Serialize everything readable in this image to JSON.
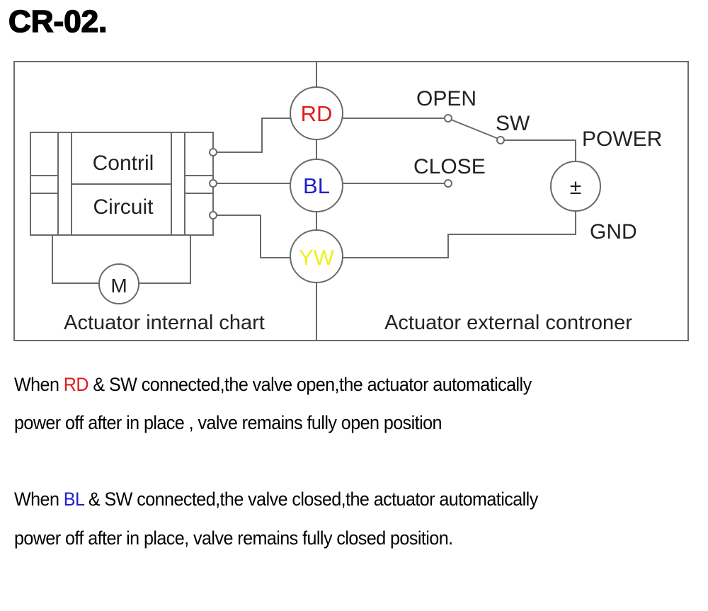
{
  "title": "CR-02.",
  "diagram": {
    "internal_section": {
      "caption": "Actuator internal chart",
      "control_box_line1": "Contril",
      "control_box_line2": "Circuit",
      "motor_label": "M"
    },
    "external_section": {
      "caption": "Actuator external controner",
      "open_label": "OPEN",
      "close_label": "CLOSE",
      "switch_label": "SW",
      "power_label": "POWER",
      "gnd_label": "GND",
      "source_symbol": "±"
    },
    "wires": [
      {
        "label": "RD",
        "color": "#e01b1b"
      },
      {
        "label": "BL",
        "color": "#2020c8"
      },
      {
        "label": "YW",
        "color": "#f0f020"
      }
    ],
    "line_color": "#6a6a6a"
  },
  "notes": [
    {
      "prefix": "When ",
      "highlight": "RD",
      "highlight_color": "#e01b1b",
      "rest_line1": " & SW connected,the valve open,the actuator automatically",
      "line2": "power off after in place , valve remains fully open position"
    },
    {
      "prefix": "When ",
      "highlight": "BL",
      "highlight_color": "#2020c8",
      "rest_line1": " & SW connected,the valve closed,the actuator automatically",
      "line2": "power off after in place, valve remains fully closed position."
    }
  ]
}
